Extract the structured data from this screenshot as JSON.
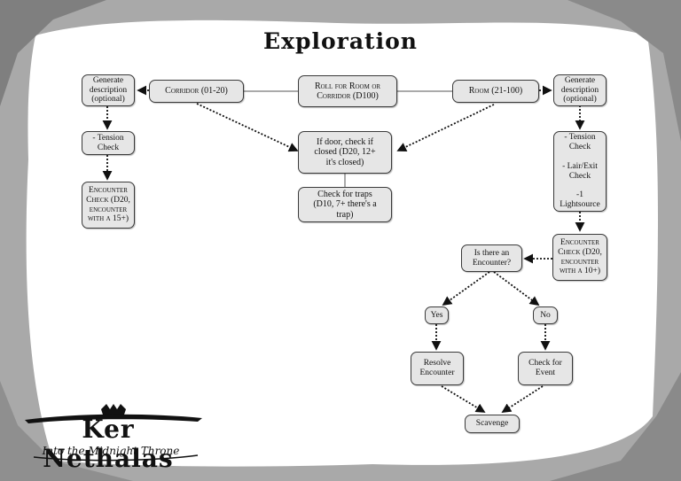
{
  "title": "Exploration",
  "nodes": {
    "roll": "Roll for Room or\nCorridor (D100)",
    "corridor": "Corridor (01-20)",
    "room": "Room (21-100)",
    "gen_left": "Generate\ndescription\n(optional)",
    "gen_right": "Generate\ndescription\n(optional)",
    "door": "If door, check if\nclosed (D20, 12+\nit's closed)",
    "traps": "Check for traps\n(D10, 7+ there's a\ntrap)",
    "tension_left": "- Tension\nCheck",
    "encounter_left": "Encounter\nCheck (D20,\nencounter\nwith a 15+)",
    "tension_right": "- Tension\nCheck\n\n- Lair/Exit\nCheck\n\n-1\nLightsource",
    "encounter_right": "Encounter\nCheck (D20,\nencounter\nwith a 10+)",
    "is_encounter": "Is there an\nEncounter?",
    "yes": "Yes",
    "no": "No",
    "resolve": "Resolve\nEncounter",
    "event": "Check for\nEvent",
    "scavenge": "Scavenge"
  },
  "logo": {
    "title": "Ker Nethalas",
    "subtitle": "Into the Midnight Throne"
  }
}
